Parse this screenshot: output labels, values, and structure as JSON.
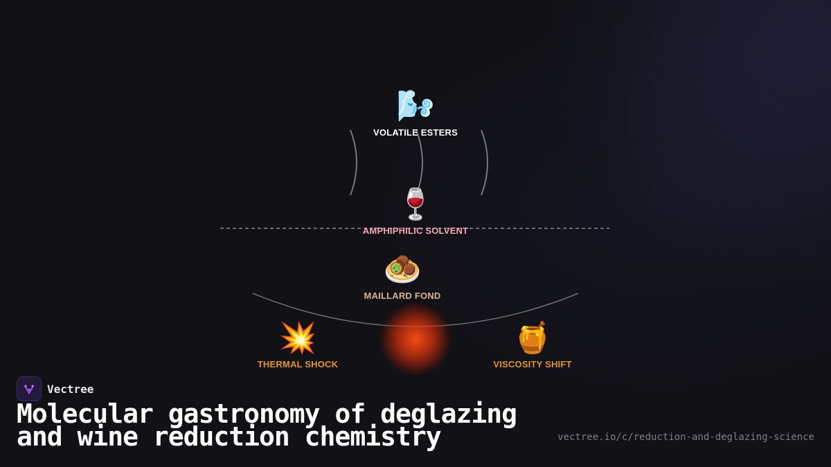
{
  "diagram": {
    "nodes": [
      {
        "id": "volatile",
        "emoji": "🌬️",
        "label": "VOLATILE ESTERS",
        "color": "#ffffff"
      },
      {
        "id": "solvent",
        "emoji": "🍷",
        "label": "AMPHIPHILIC SOLVENT",
        "color": "#f4a6b8"
      },
      {
        "id": "fond",
        "emoji": "🧆",
        "label": "MAILLARD FOND",
        "color": "#d8b48a"
      },
      {
        "id": "thermal",
        "emoji": "💥",
        "label": "THERMAL SHOCK",
        "color": "#e0962a"
      },
      {
        "id": "viscosity",
        "emoji": "🍯",
        "label": "VISCOSITY SHIFT",
        "color": "#e0962a"
      }
    ]
  },
  "brand": {
    "name": "Vectree",
    "accent": "#a855f7"
  },
  "title": {
    "line1": "Molecular gastronomy of deglazing",
    "line2": "and wine reduction chemistry"
  },
  "url": "vectree.io/c/reduction-and-deglazing-science"
}
